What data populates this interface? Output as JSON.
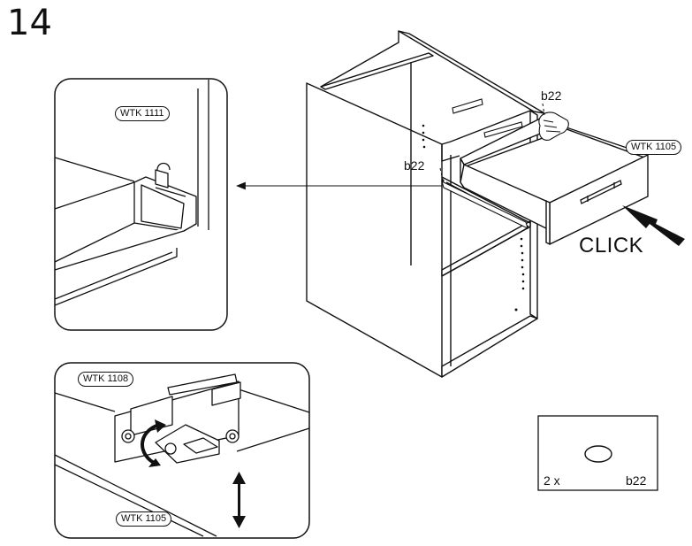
{
  "step": {
    "number": "14"
  },
  "parts": {
    "detail_top_tag": "WTK 1111",
    "drawer_tag": "WTK 1105",
    "detail_bottom_tag_top": "WTK 1108",
    "detail_bottom_tag_bottom": "WTK 1105"
  },
  "fittings": {
    "right_label": "b22",
    "left_label": "b22"
  },
  "action": {
    "label": "CLICK"
  },
  "hardware_box": {
    "quantity": "2 x",
    "part": "b22"
  }
}
